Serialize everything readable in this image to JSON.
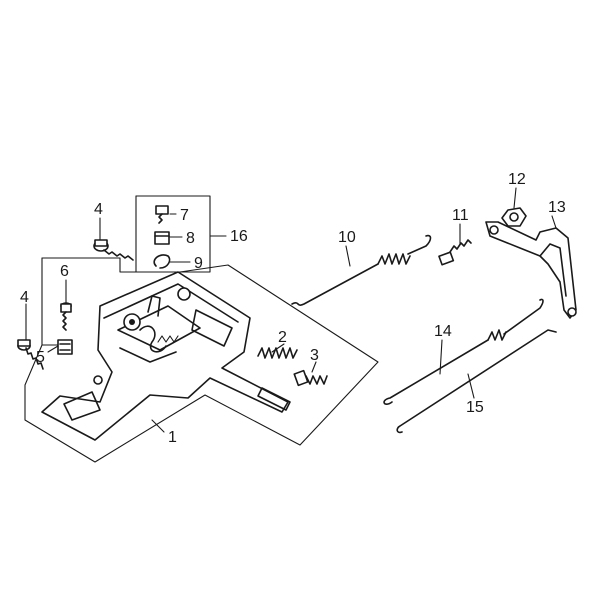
{
  "diagram": {
    "type": "exploded-parts-diagram",
    "callouts": [
      {
        "id": "1",
        "label": "1"
      },
      {
        "id": "2",
        "label": "2"
      },
      {
        "id": "3",
        "label": "3"
      },
      {
        "id": "4a",
        "label": "4"
      },
      {
        "id": "4b",
        "label": "4"
      },
      {
        "id": "5",
        "label": "5"
      },
      {
        "id": "6",
        "label": "6"
      },
      {
        "id": "7",
        "label": "7"
      },
      {
        "id": "8",
        "label": "8"
      },
      {
        "id": "9",
        "label": "9"
      },
      {
        "id": "10",
        "label": "10"
      },
      {
        "id": "11",
        "label": "11"
      },
      {
        "id": "12",
        "label": "12"
      },
      {
        "id": "13",
        "label": "13"
      },
      {
        "id": "14",
        "label": "14"
      },
      {
        "id": "15",
        "label": "15"
      },
      {
        "id": "16",
        "label": "16"
      }
    ]
  },
  "colors": {
    "ink": "#1a1a1a",
    "background": "#ffffff"
  }
}
